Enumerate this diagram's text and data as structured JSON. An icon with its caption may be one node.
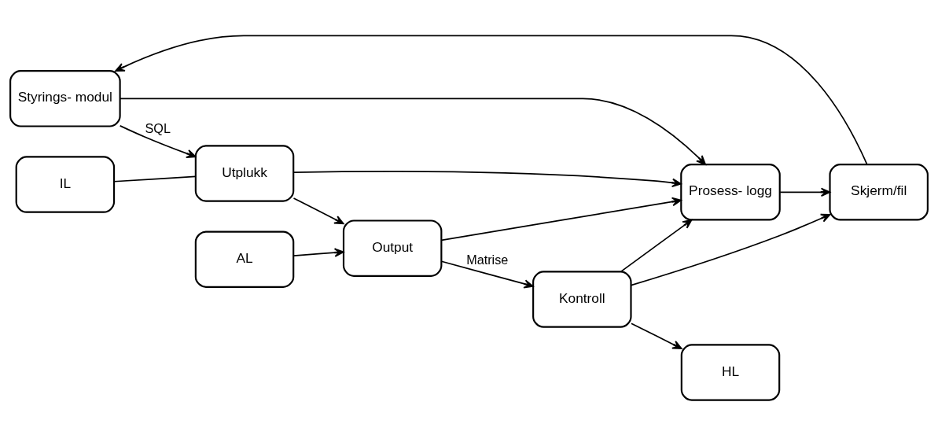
{
  "diagram": {
    "nodes": [
      {
        "text": [
          "Styrings- modul"
        ]
      },
      {
        "text": [
          "Skjerm/fil"
        ]
      },
      {
        "text": [
          "Prosess- logg"
        ]
      },
      {
        "text": [
          "IL"
        ]
      },
      {
        "text": [
          "Utplukk"
        ]
      },
      {
        "text": [
          "Kontroll"
        ]
      },
      {
        "text": [
          "Output"
        ]
      },
      {
        "text": [
          "AL"
        ]
      },
      {
        "text": [
          "HL"
        ]
      }
    ],
    "edges": [
      {
        "from": 1,
        "to": 0,
        "arrow": "to"
      },
      {
        "from": 0,
        "to": 4,
        "arrow": "to",
        "label": "SQL"
      },
      {
        "from": 0,
        "to": 2,
        "arrow": "to"
      },
      {
        "from": 2,
        "to": 1,
        "arrow": "to"
      },
      {
        "from": 5,
        "to": 1,
        "arrow": "to"
      },
      {
        "from": 3,
        "to": 4,
        "arrow": "none"
      },
      {
        "from": 4,
        "to": 2,
        "arrow": "to"
      },
      {
        "from": 5,
        "to": 2,
        "arrow": "to"
      },
      {
        "from": 6,
        "to": 2,
        "arrow": "to"
      },
      {
        "from": 4,
        "to": 6,
        "arrow": "to"
      },
      {
        "from": 7,
        "to": 6,
        "arrow": "to"
      },
      {
        "from": 6,
        "to": 5,
        "arrow": "to",
        "label": "Matrise"
      },
      {
        "from": 5,
        "to": 8,
        "arrow": "to"
      }
    ]
  }
}
